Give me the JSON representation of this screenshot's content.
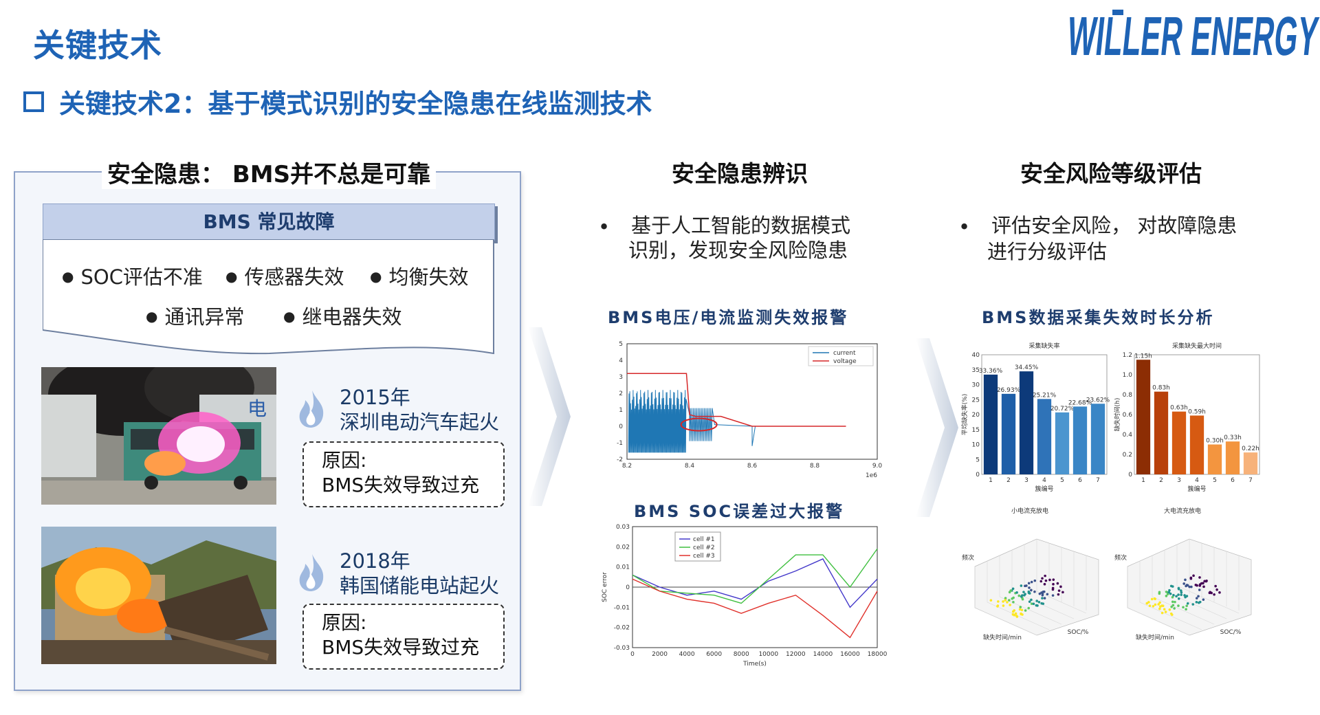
{
  "header": {
    "title": "关键技术",
    "subtitle": "关键技术2：基于模式识别的安全隐患在线监测技术",
    "logo_text": "WILLER ENERGY"
  },
  "colors": {
    "accent": "#1e63b5",
    "panel_border": "#8ea2c9",
    "fault_header_bg": "#c3d0ea"
  },
  "left": {
    "heading": "安全隐患： BMS并不总是可靠",
    "fault_title": "BMS 常见故障",
    "faults": [
      "SOC评估不准",
      "传感器失效",
      "均衡失效",
      "通讯异常",
      "继电器失效"
    ],
    "events": [
      {
        "year": "2015年",
        "desc": "深圳电动汽车起火",
        "cause_label": "原因:",
        "cause": "BMS失效导致过充",
        "icon": "flame-icon"
      },
      {
        "year": "2018年",
        "desc": "韩国储能电站起火",
        "cause_label": "原因:",
        "cause": "BMS失效导致过充",
        "icon": "flame-icon"
      }
    ]
  },
  "middle": {
    "heading": "安全隐患辨识",
    "bullet_line1": "基于人工智能的数据模式",
    "bullet_line2": "识别，发现安全风险隐患",
    "chart1_caption": "BMS电压/电流监测失效报警",
    "chart2_caption": "BMS SOC误差过大报警"
  },
  "right": {
    "heading": "安全风险等级评估",
    "bullet_line1": "评估安全风险， 对故障隐患",
    "bullet_line2": "进行分级评估",
    "chart_caption": "BMS数据采集失效时长分析"
  },
  "chart_data": [
    {
      "type": "line",
      "title": "",
      "legend": [
        "current",
        "voltage"
      ],
      "xlabel": "",
      "x_ticks": [
        "8.2",
        "8.4",
        "8.6",
        "8.8",
        "9.0"
      ],
      "x_scale_note": "1e6",
      "y_ticks": [
        "-2",
        "-1",
        "0",
        "1",
        "2",
        "3",
        "4",
        "5"
      ],
      "ylim": [
        -2,
        5
      ],
      "xlim": [
        8.2,
        9.0
      ],
      "series": [
        {
          "name": "current",
          "x": [
            8.2,
            8.22,
            8.3,
            8.38,
            8.4,
            8.45,
            8.5,
            8.6,
            8.7,
            8.8,
            8.9
          ],
          "y": [
            0.5,
            1.5,
            1.8,
            1.6,
            0.7,
            0.2,
            0.1,
            0.0,
            0.0,
            0.0,
            0.0
          ]
        },
        {
          "name": "voltage",
          "x": [
            8.2,
            8.3,
            8.39,
            8.4,
            8.42,
            8.5,
            8.6,
            8.7,
            8.8,
            8.9
          ],
          "y": [
            3.2,
            3.2,
            3.2,
            0.7,
            0.6,
            0.6,
            0.0,
            0.0,
            0.0,
            0.0
          ]
        }
      ]
    },
    {
      "type": "line",
      "title": "",
      "legend": [
        "cell #1",
        "cell #2",
        "cell #3"
      ],
      "xlabel": "Time(s)",
      "ylabel": "SOC error",
      "x": [
        0,
        2000,
        4000,
        6000,
        8000,
        10000,
        12000,
        14000,
        16000,
        18000
      ],
      "y_ticks": [
        "-0.03",
        "-0.02",
        "-0.01",
        "0",
        "0.01",
        "0.02",
        "0.03"
      ],
      "ylim": [
        -0.03,
        0.03
      ],
      "xlim": [
        0,
        18000
      ],
      "series": [
        {
          "name": "cell #1",
          "values": [
            0.006,
            0.0,
            -0.004,
            -0.002,
            -0.006,
            0.003,
            0.008,
            0.014,
            -0.01,
            0.004
          ]
        },
        {
          "name": "cell #2",
          "values": [
            0.006,
            -0.002,
            -0.003,
            -0.004,
            -0.008,
            0.004,
            0.016,
            0.016,
            0.0,
            0.019
          ]
        },
        {
          "name": "cell #3",
          "values": [
            0.004,
            -0.002,
            -0.006,
            -0.008,
            -0.013,
            -0.008,
            -0.004,
            -0.014,
            -0.025,
            -0.002
          ]
        }
      ]
    },
    {
      "type": "bar",
      "title": "采集缺失率",
      "xlabel": "簇编号",
      "ylabel": "平均缺失率(%)",
      "categories": [
        "1",
        "2",
        "3",
        "4",
        "5",
        "6",
        "7"
      ],
      "values": [
        33.36,
        26.93,
        34.45,
        25.21,
        20.72,
        22.68,
        23.62
      ],
      "data_labels": [
        "33.36%",
        "26.93%",
        "34.45%",
        "25.21%",
        "20.72%",
        "22.68%",
        "23.62%"
      ],
      "ylim": [
        0,
        40
      ],
      "y_ticks": [
        "0",
        "5",
        "10",
        "15",
        "20",
        "25",
        "30",
        "35",
        "40"
      ],
      "color_scale": "blues"
    },
    {
      "type": "bar",
      "title": "采集缺失最大时间",
      "xlabel": "簇编号",
      "ylabel": "缺失时间(h)",
      "categories": [
        "1",
        "2",
        "3",
        "4",
        "5",
        "6",
        "7"
      ],
      "values": [
        1.15,
        0.83,
        0.63,
        0.59,
        0.3,
        0.33,
        0.22
      ],
      "data_labels": [
        "1.15h",
        "0.83h",
        "0.63h",
        "0.59h",
        "0.30h",
        "0.33h",
        "0.22h"
      ],
      "ylim": [
        0,
        1.2
      ],
      "y_ticks": [
        "0",
        "0.2",
        "0.4",
        "0.6",
        "0.8",
        "1.0",
        "1.2"
      ],
      "color_scale": "oranges"
    },
    {
      "type": "scatter",
      "title": "小电流充放电",
      "xlabel": "缺失时间/min",
      "ylabel": "SOC/%",
      "zlabel": "频次"
    },
    {
      "type": "scatter",
      "title": "大电流充放电",
      "xlabel": "缺失时间/min",
      "ylabel": "SOC/%",
      "zlabel": "频次"
    }
  ]
}
